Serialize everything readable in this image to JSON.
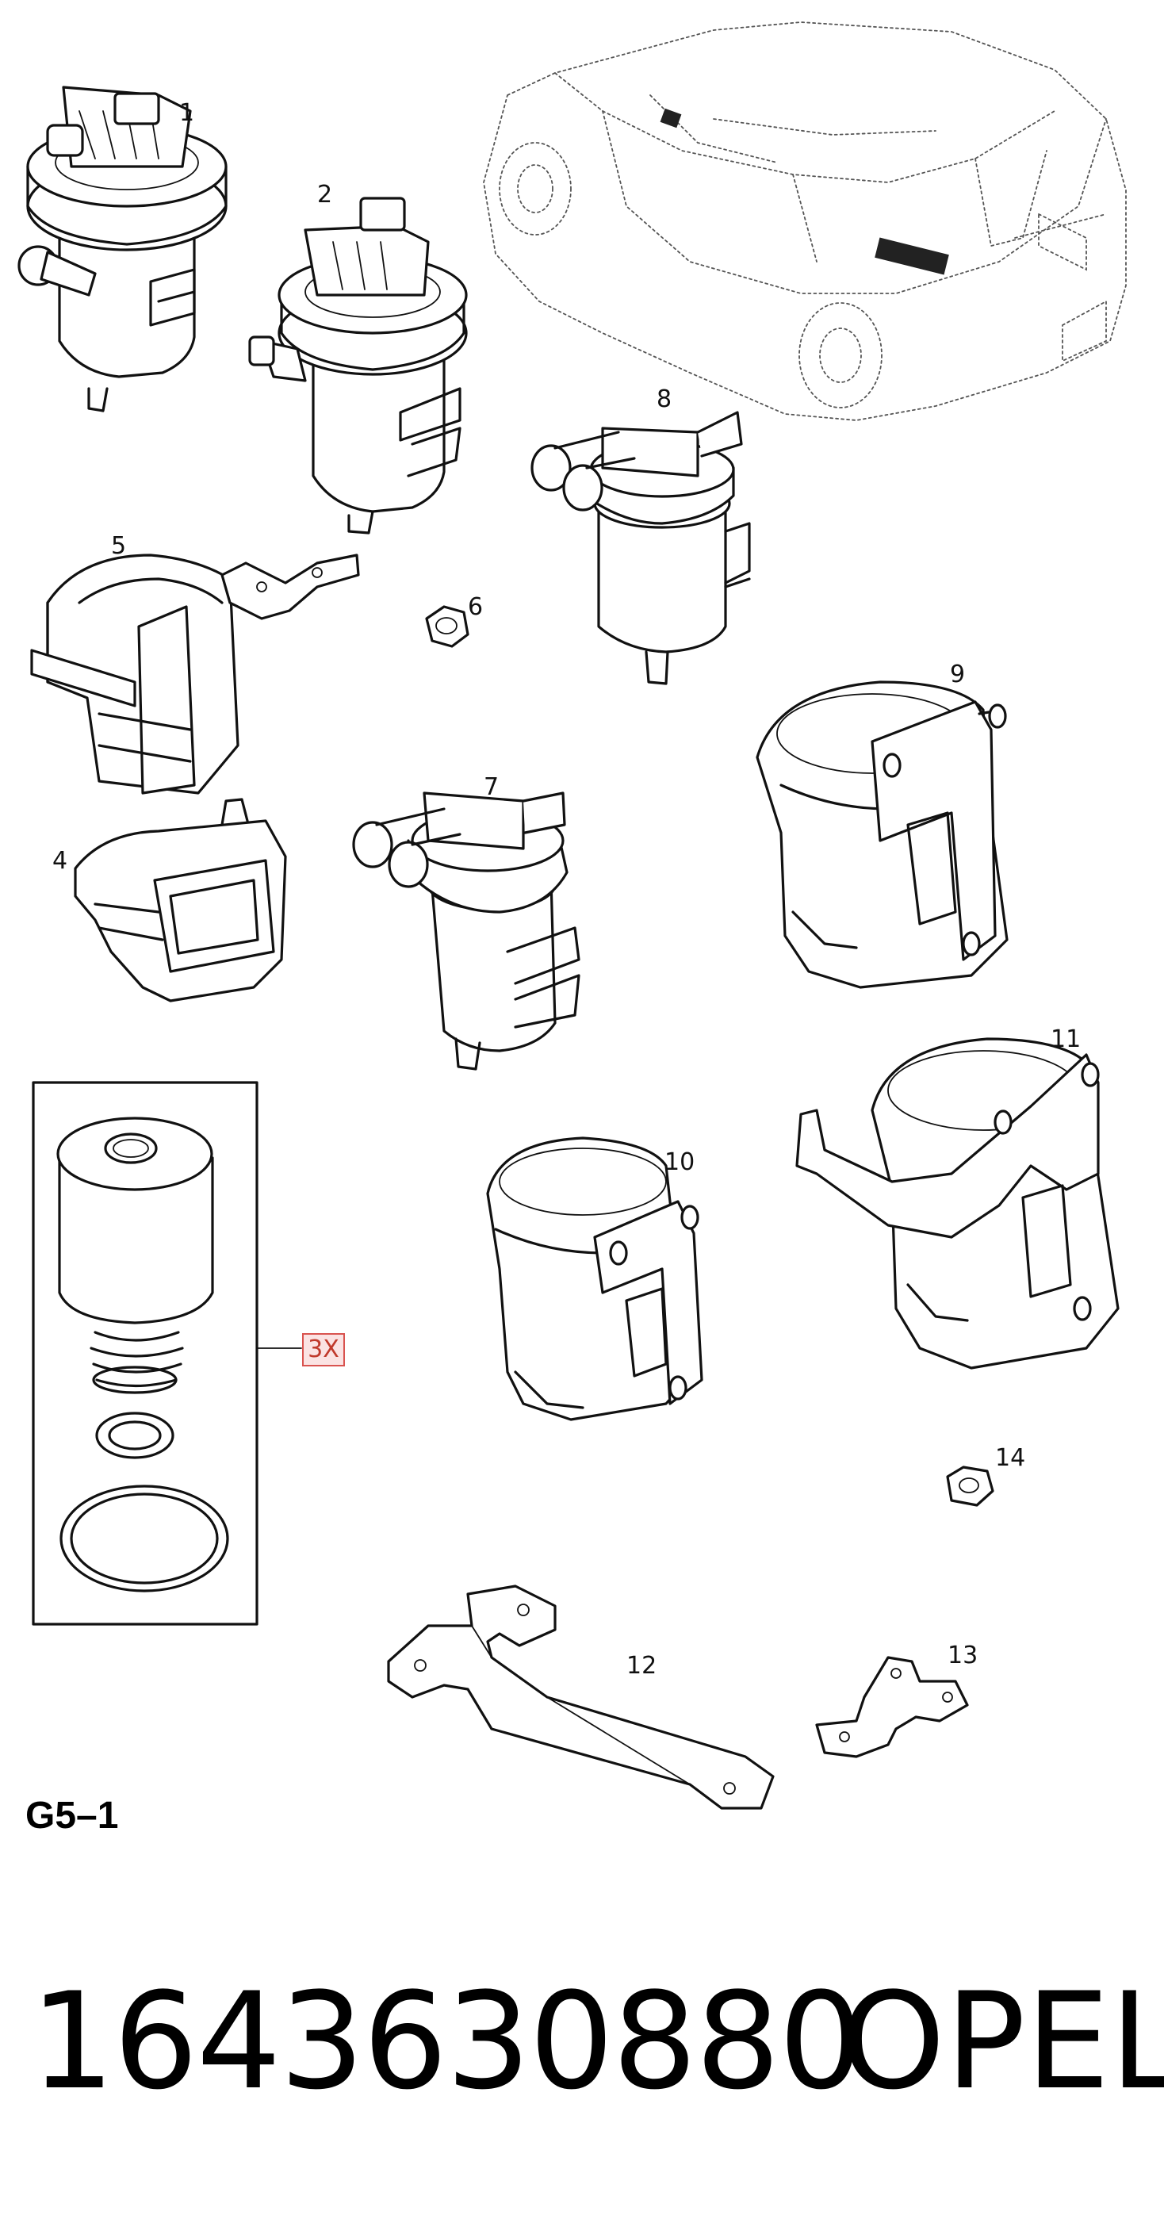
{
  "diagram": {
    "callouts": [
      "1",
      "2",
      "3X",
      "4",
      "5",
      "6",
      "7",
      "8",
      "9",
      "10",
      "11",
      "12",
      "13",
      "14"
    ],
    "section_label": "G5–1",
    "part_number": "1643630880",
    "brand": "OPEL"
  },
  "icons": {
    "vehicle": "hatchback-car-outline-icon",
    "parts": [
      "fuel-filter-housing-icon",
      "mounting-bracket-icon",
      "nut-icon",
      "filter-element-kit-icon"
    ]
  },
  "colors": {
    "line": "#111111",
    "quantity_badge_border": "#d9534f",
    "quantity_badge_fill": "#fbe3e3"
  }
}
